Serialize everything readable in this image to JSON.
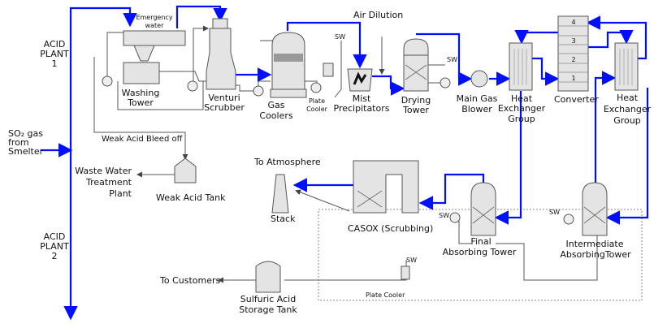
{
  "title": "Sulfuric Acid Plant Process Flow",
  "colors": {
    "gas_line": "#0010ff",
    "process_line": "#555555",
    "equipment": "#e4e4e4"
  },
  "labels": {
    "acid_plant_1": [
      "ACID",
      "PLANT",
      "1"
    ],
    "acid_plant_2": [
      "ACID",
      "PLANT",
      "2"
    ],
    "so2_gas": [
      "SO₂ gas",
      "from",
      "Smelter"
    ],
    "emergency_water": [
      "Emergency",
      "water"
    ],
    "washing_tower": [
      "Washing",
      "Tower"
    ],
    "venturi_scrubber": [
      "Venturi",
      "Scrubber"
    ],
    "gas_coolers": [
      "Gas",
      "Coolers"
    ],
    "plate_cooler_1": [
      "Plate",
      "Cooler"
    ],
    "sw": "SW",
    "air_dilution": "Air Dilution",
    "mist_precipitators": [
      "Mist",
      "Precipitators"
    ],
    "drying_tower": [
      "Drying",
      "Tower"
    ],
    "main_gas_blower": [
      "Main Gas",
      "Blower"
    ],
    "heat_exchanger_group": [
      "Heat",
      "Exchanger",
      "Group"
    ],
    "converter": "Converter",
    "converter_beds": [
      "4",
      "3",
      "2",
      "1"
    ],
    "weak_acid_bleed": "Weak Acid Bleed off",
    "waste_water": [
      "Waste Water",
      "Treatment",
      "Plant"
    ],
    "weak_acid_tank": "Weak Acid Tank",
    "to_atmosphere": "To Atmosphere",
    "stack": "Stack",
    "casox": "CASOX (Scrubbing)",
    "final_absorbing": [
      "Final",
      "Absorbing Tower"
    ],
    "intermediate_absorbing": [
      "Intermediate",
      "AbsorbingTower"
    ],
    "to_customers": "To Customers",
    "plate_cooler_2": "Plate Cooler",
    "storage_tank": [
      "Sulfuric Acid",
      "Storage Tank"
    ]
  }
}
